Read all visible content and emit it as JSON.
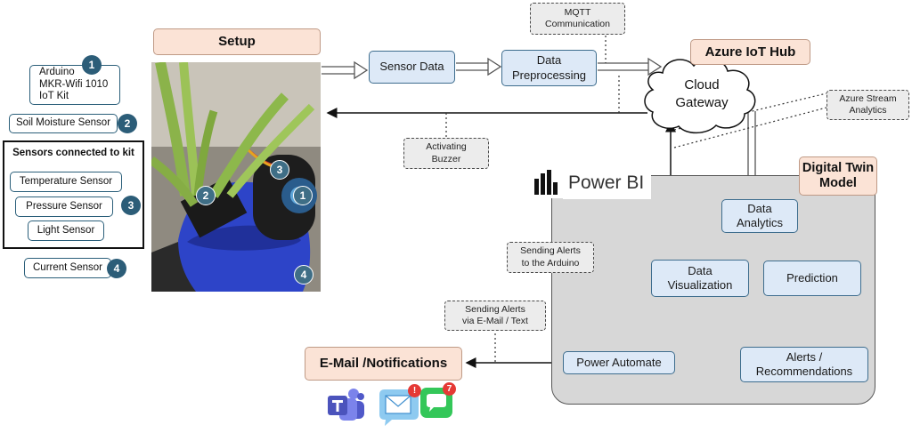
{
  "colors": {
    "process_fill": "#dde9f7",
    "process_border": "#3e6d8e",
    "title_fill": "#fbe3d6",
    "note_fill": "#ececec",
    "region_fill": "#d7d7d7",
    "badge": "#2c5d78"
  },
  "left_panel": {
    "arduino_lines": [
      "Arduino",
      "MKR-Wifi 1010",
      "IoT Kit"
    ],
    "arduino_badge": "1",
    "soil": "Soil Moisture Sensor",
    "soil_badge": "2",
    "kit_title": "Sensors connected to kit",
    "temperature": "Temperature Sensor",
    "pressure": "Pressure Sensor",
    "light": "Light Sensor",
    "kit_badge": "3",
    "current": "Current Sensor",
    "current_badge": "4"
  },
  "setup": {
    "title": "Setup",
    "photo_badges": [
      "1",
      "2",
      "3",
      "4"
    ]
  },
  "flow": {
    "sensor_data": "Sensor Data",
    "preprocessing_lines": [
      "Data",
      "Preprocessing"
    ],
    "mqtt_lines": [
      "MQTT",
      "Communication"
    ],
    "iot_hub": "Azure IoT Hub",
    "cloud_lines": [
      "Cloud",
      "Gateway"
    ],
    "stream_lines": [
      "Azure Stream",
      "Analytics"
    ],
    "buzzer_lines": [
      "Activating",
      "Buzzer"
    ]
  },
  "power_bi": {
    "label": "Power BI",
    "icon": "power-bi-logo"
  },
  "digital_twin": {
    "title_lines": [
      "Digital Twin",
      "Model"
    ],
    "analytics_lines": [
      "Data",
      "Analytics"
    ],
    "visualization_lines": [
      "Data",
      "Visualization"
    ],
    "prediction": "Prediction",
    "alerts_lines": [
      "Alerts /",
      "Recommendations"
    ],
    "power_automate": "Power Automate",
    "arduino_alert_lines": [
      "Sending Alerts",
      "to the Arduino"
    ]
  },
  "notifications": {
    "title": "E-Mail /Notifications",
    "alert_lines": [
      "Sending Alerts",
      "via E-Mail / Text"
    ],
    "icons": [
      "teams-icon",
      "email-icon",
      "message-icon"
    ],
    "email_badge": "!",
    "message_badge": "7"
  }
}
